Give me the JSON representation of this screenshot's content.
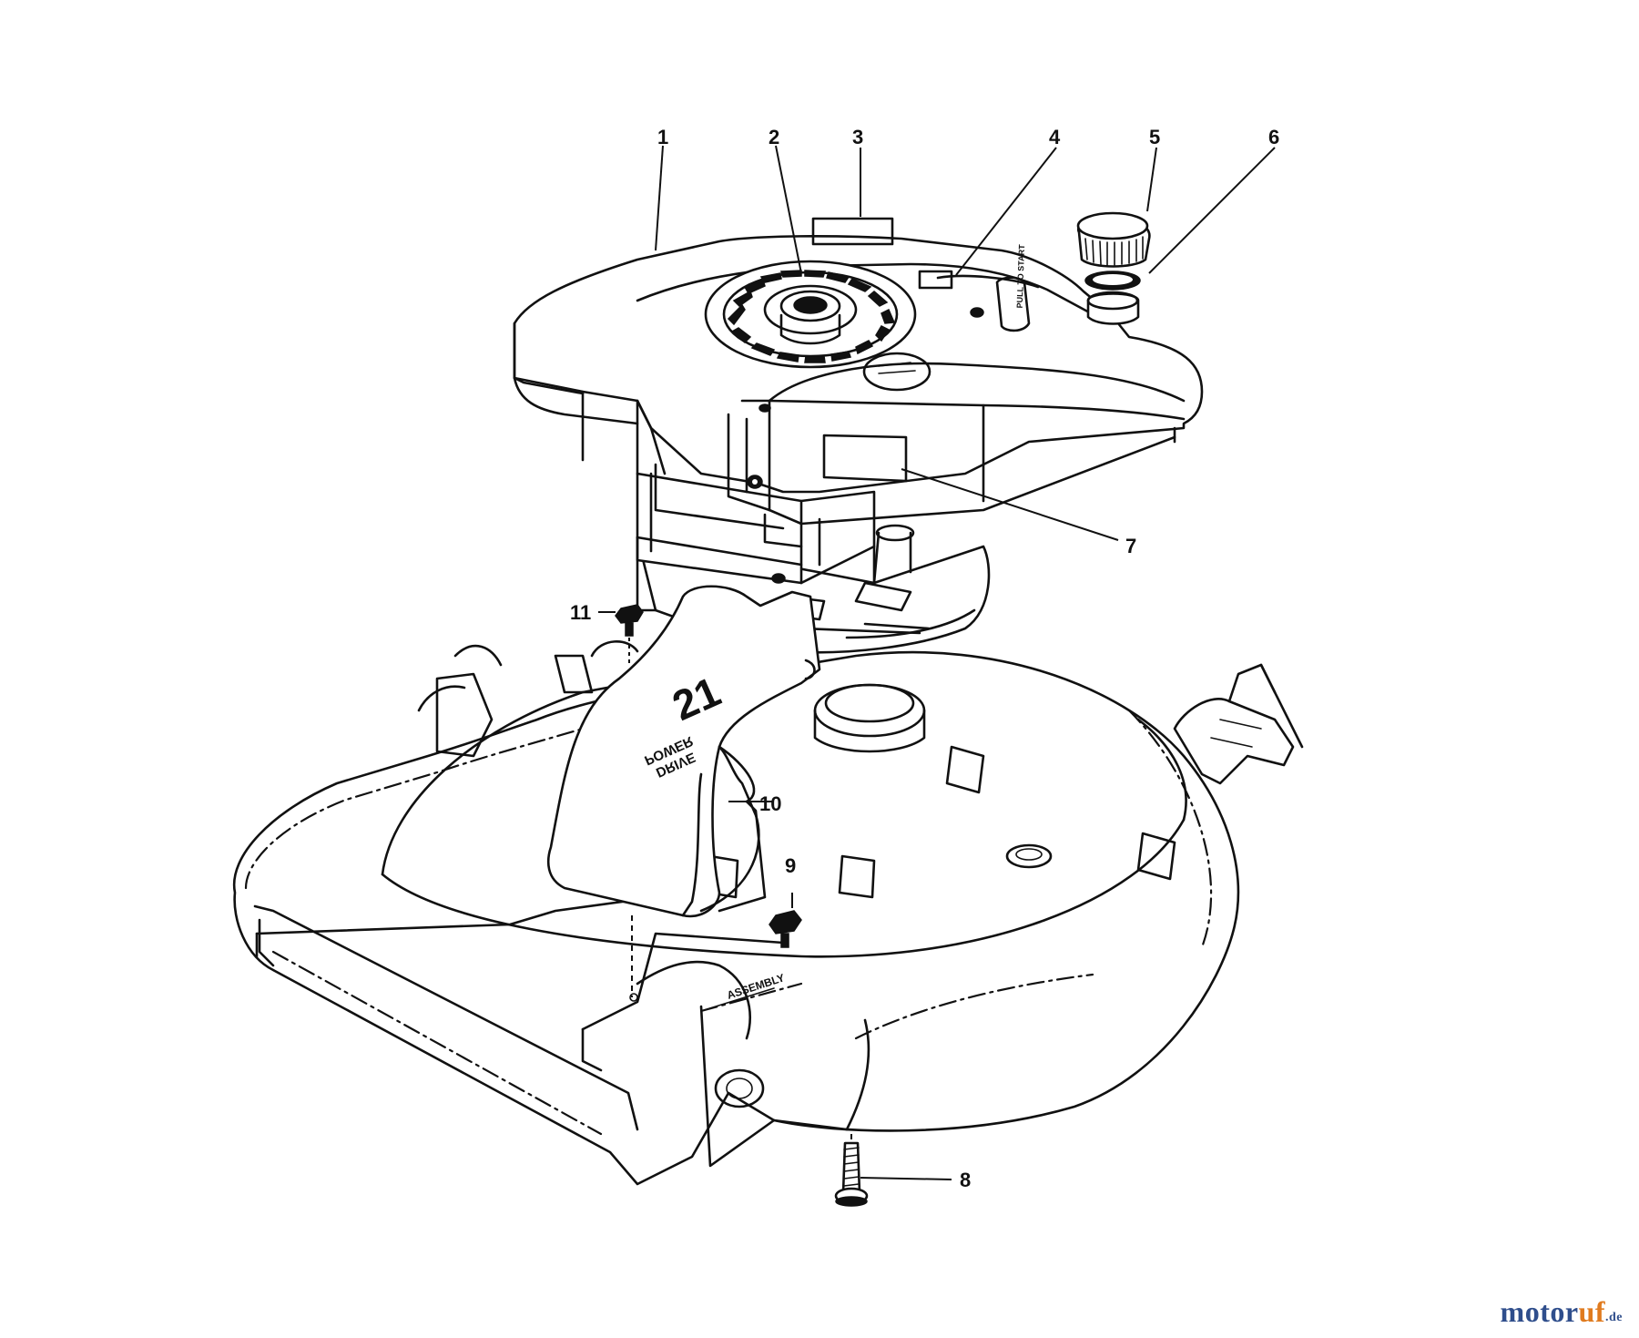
{
  "diagram": {
    "callouts": [
      {
        "id": "1",
        "label": "1"
      },
      {
        "id": "2",
        "label": "2"
      },
      {
        "id": "3",
        "label": "3"
      },
      {
        "id": "4",
        "label": "4"
      },
      {
        "id": "5",
        "label": "5"
      },
      {
        "id": "6",
        "label": "6"
      },
      {
        "id": "7",
        "label": "7"
      },
      {
        "id": "8",
        "label": "8"
      },
      {
        "id": "9",
        "label": "9"
      },
      {
        "id": "10",
        "label": "10"
      },
      {
        "id": "11",
        "label": "11"
      }
    ],
    "shroud_text": {
      "model": "21",
      "line1": "POWER",
      "line2": "DRIVE"
    },
    "pull_to_start": "PULL TO START"
  },
  "watermark": {
    "part1": "motor",
    "part2": "uf",
    "part3": ".de"
  },
  "colors": {
    "line": "#111111",
    "background": "#ffffff",
    "watermark_blue": "#2f4e8c",
    "watermark_orange": "#e07b1f"
  }
}
